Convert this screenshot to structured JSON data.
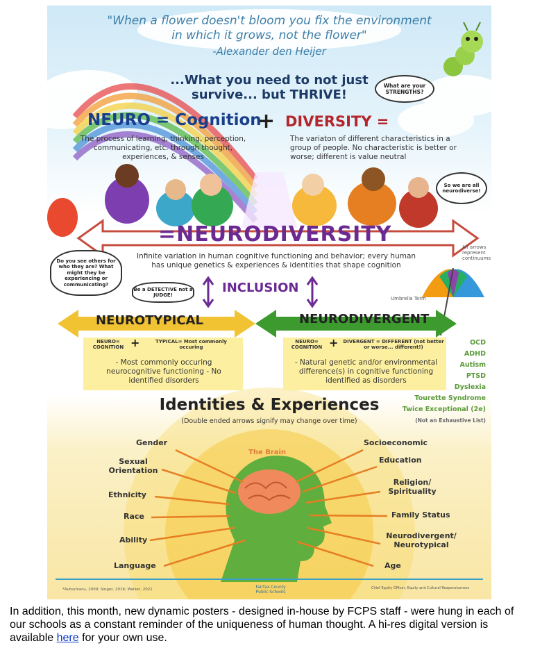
{
  "poster": {
    "quote_line1": "\"When a flower doesn't bloom you fix the environment",
    "quote_line2": "in which it grows, not the flower\"",
    "quote_author": "-Alexander den Heijer",
    "thrive_line1": "...What you need to not just",
    "thrive_line2": "survive... but THRIVE!",
    "strengths_bubble": "What are your STRENGTHS?",
    "neuro_heading": "NEURO = Cognition",
    "plus": "+",
    "diversity_heading": "DIVERSITY =",
    "neuro_desc": "The process of learning, thinking, perception, communicating, etc. through thought, experiences, & senses",
    "diversity_desc": "The variaton of different characteristics in a group of people. No characteristic is better or worse; different is value neutral",
    "neurodiverse_bubble": "So we are all neurodiverse!",
    "nd_title": "=NEURODIVERSITY",
    "nd_desc": "Infinite variation in human cognitive functioning and behavior; every human has unique genetics & experiences & identities that shape cognition",
    "others_bubble": "Do you see others for who they are? What might they be experiencing or communicating?",
    "detective_bubble": "Be a DETECTIVE not a JUDGE!",
    "inclusion": "INCLUSION",
    "arrows_note": "All arrows represent continuums",
    "umbrella_term": "Umbrella Term",
    "neurotypical": "NEUROTYPICAL",
    "neurodivergent": "NEURODIVERGENT",
    "nt_neuro": "NEURO= COGNITION",
    "nt_typical": "TYPICAL= Most commonly occuring",
    "nt_desc": "- Most commonly occuring neurocognitive functioning - No identified disorders",
    "ndg_neuro": "NEURO= COGNITION",
    "ndg_divergent": "DIVERGENT = DIFFERENT (not better or worse... different!)",
    "ndg_desc": "- Natural genetic and/or environmental difference(s) in cognitive functioning identified as disorders",
    "conditions": [
      "OCD",
      "ADHD",
      "Autism",
      "PTSD",
      "Dyslexia",
      "Tourette Syndrome",
      "Twice Exceptional (2e)",
      "(Not an Exhaustive List)"
    ],
    "ie_title": "Identities & Experiences",
    "ie_sub": "(Double ended arrows signify may change over time)",
    "brain_label": "The Brain",
    "left_identities": [
      "Gender",
      "Sexual Orientation",
      "Ethnicity",
      "Race",
      "Ability",
      "Language"
    ],
    "right_identities": [
      "Socioeconomic",
      "Education",
      "Religion/ Spirituality",
      "Family Status",
      "Neurodivergent/ Neurotypical",
      "Age"
    ],
    "footer_left": "*Autsumacu, 2009; Singer, 2016; Walker, 2021",
    "footer_logo": "Fairfax County Public Schools",
    "footer_right": "Chief Equity Officer, Equity and Cultural Responsiveness"
  },
  "caption": {
    "text_before": "In addition, this month, new dynamic posters - designed in-house by FCPS staff - were hung in each of our schools as a constant reminder of the uniqueness of human thought. A hi-res digital version is available ",
    "link_text": "here",
    "text_after": " for your own use."
  },
  "colors": {
    "neuro_blue": "#1a3f8a",
    "diversity_red": "#b3262b",
    "purple": "#6b2a93",
    "green_arrow": "#3c9a2e",
    "yellow_arrow": "#f1c232",
    "link_blue": "#0a36c9"
  }
}
